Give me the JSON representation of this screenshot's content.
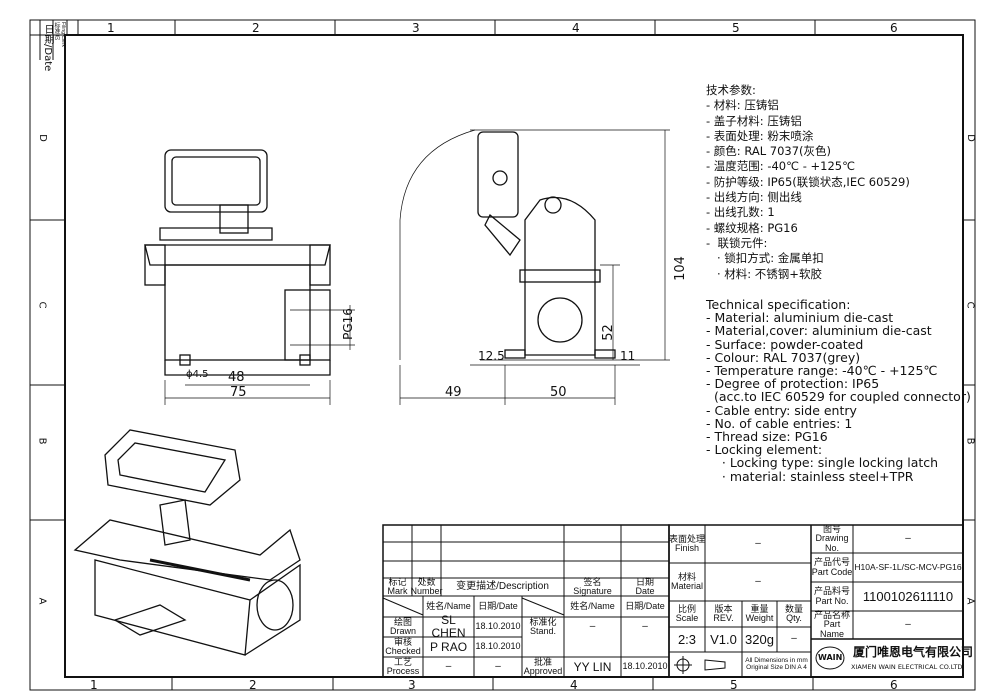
{
  "frame": {
    "columns": [
      "1",
      "2",
      "3",
      "4",
      "5",
      "6"
    ],
    "rows": [
      "D",
      "C",
      "B",
      "A"
    ],
    "side_strip": {
      "date_label": "日期/Date",
      "clerk_cn": "标准员",
      "clerk_en": "Filing Clerk"
    }
  },
  "dimensions": {
    "front": {
      "thread": "PG16",
      "hole": "ϕ4.5",
      "inner_width": "48",
      "outer_width": "75"
    },
    "side": {
      "height": "104",
      "mid_height": "52",
      "left_flange": "12.5",
      "right_flange": "11",
      "offset": "49",
      "base": "50"
    }
  },
  "specs_cn": {
    "title": "技术参数:",
    "items": [
      "- 材料: 压铸铝",
      "- 盖子材料: 压铸铝",
      "- 表面处理: 粉末喷涂",
      "- 颜色: RAL 7037(灰色)",
      "- 温度范围: -40℃ - +125℃",
      "- 防护等级: IP65(联锁状态,IEC 60529)",
      "- 出线方向: 侧出线",
      "- 出线孔数: 1",
      "- 螺纹规格: PG16",
      "-  联锁元件:",
      "   · 锁扣方式: 金属单扣",
      "   · 材料: 不锈钢+软胶"
    ]
  },
  "specs_en": {
    "title": "Technical specification:",
    "items": [
      "- Material: aluminium die-cast",
      "- Material,cover: aluminium die-cast",
      "- Surface: powder-coated",
      "- Colour: RAL 7037(grey)",
      "- Temperature range: -40℃ - +125℃",
      "- Degree of protection: IP65",
      "  (acc.to IEC 60529 for coupled connector)",
      "- Cable entry: side entry",
      "- No. of cable entries: 1",
      "- Thread size: PG16",
      "- Locking element:",
      "    · Locking type: single locking latch",
      "    · material: stainless steel+TPR"
    ]
  },
  "title_block": {
    "revision_header": {
      "mark_cn": "标记",
      "mark_en": "Mark",
      "number_cn": "处数",
      "number_en": "Number",
      "description": "变更描述/Description",
      "signature_cn": "签名",
      "signature_en": "Signature",
      "date_cn": "日期",
      "date_en": "Date"
    },
    "name_header": "姓名/Name",
    "date_header": "日期/Date",
    "drawn": {
      "label_cn": "绘图",
      "label_en": "Drawn",
      "name": "SL CHEN",
      "date": "18.10.2010"
    },
    "checked": {
      "label_cn": "审核",
      "label_en": "Checked",
      "name": "P RAO",
      "date": "18.10.2010"
    },
    "process": {
      "label_cn": "工艺",
      "label_en": "Process",
      "name": "–",
      "date": "–"
    },
    "standard": {
      "label_cn": "标准化",
      "label_en": "Stand.",
      "name": "–",
      "date": "–"
    },
    "approved": {
      "label_cn": "批准",
      "label_en": "Approved",
      "name": "YY LIN",
      "date": "18.10.2010"
    },
    "finish": {
      "label_cn": "表面处理",
      "label_en": "Finish",
      "value": "–"
    },
    "material": {
      "label_cn": "材料",
      "label_en": "Material",
      "value": "–"
    },
    "scale": {
      "label_cn": "比例",
      "label_en": "Scale",
      "value": "2:3"
    },
    "rev": {
      "label_cn": "版本",
      "label_en": "REV.",
      "value": "V1.0"
    },
    "weight": {
      "label_cn": "重量",
      "label_en": "Weight",
      "value": "320g"
    },
    "qty": {
      "label_cn": "数量",
      "label_en": "Qty.",
      "value": "–"
    },
    "dims_note_1": "All Dimensions in mm",
    "dims_note_2": "Original Size DIN A 4",
    "drawing_no": {
      "label_cn": "图号",
      "label_en": "Drawing No.",
      "value": "–"
    },
    "part_code": {
      "label_cn": "产品代号",
      "label_en": "Part Code",
      "value": "H10A-SF-1L/SC-MCV-PG16"
    },
    "part_no": {
      "label_cn": "产品料号",
      "label_en": "Part No.",
      "value": "1100102611110"
    },
    "part_name": {
      "label_cn": "产品名称",
      "label_en": "Part Name",
      "value": "–"
    },
    "company": {
      "logo": "WAIN",
      "name_cn": "厦门唯恩电气有限公司",
      "name_en": "XIAMEN WAIN ELECTRICAL CO.LTD"
    }
  }
}
